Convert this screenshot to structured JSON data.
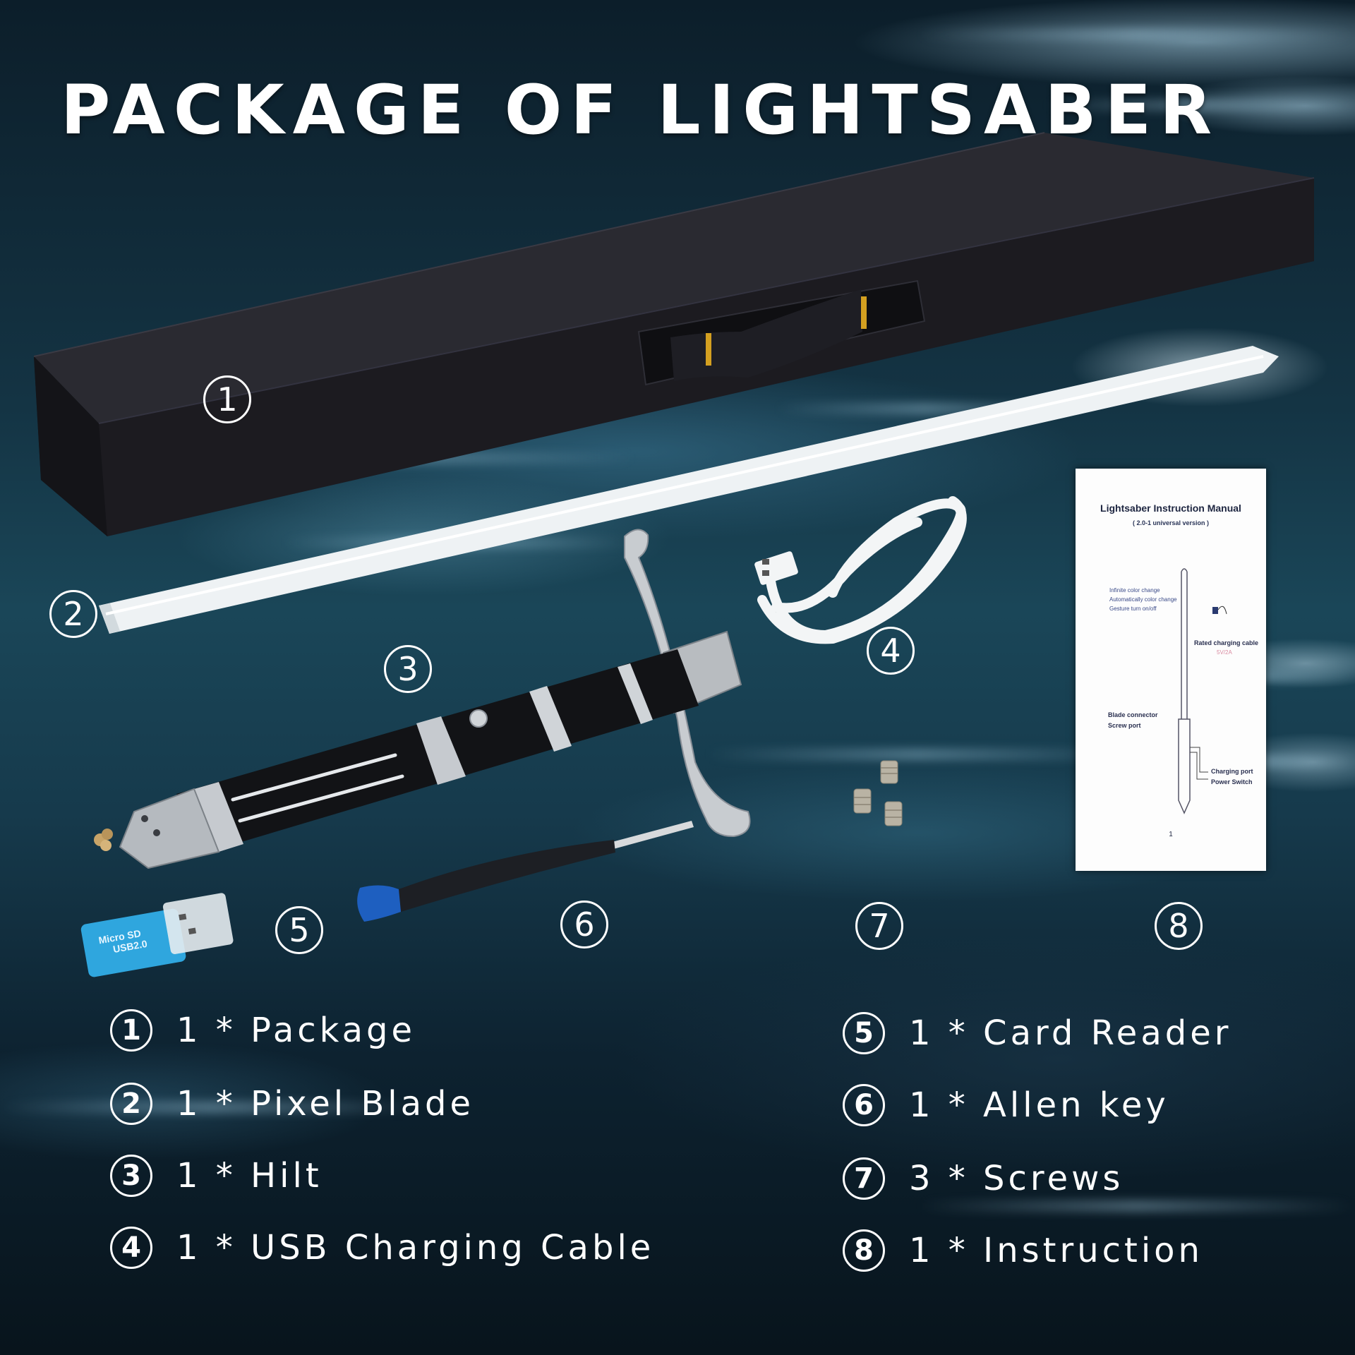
{
  "title": "PACKAGE OF LIGHTSABER",
  "colors": {
    "background_dark": "#0b1a24",
    "background_teal": "#1a4658",
    "text": "#ffffff",
    "box": "#1e1d22",
    "blade": "#eef2f4",
    "card_reader": "#2fa6de",
    "screwdriver_cap": "#1e5fc0",
    "box_accent_gold": "#d4a020"
  },
  "callouts": [
    {
      "num": "1",
      "label": "Package"
    },
    {
      "num": "2",
      "label": "Pixel Blade"
    },
    {
      "num": "3",
      "label": "Hilt"
    },
    {
      "num": "4",
      "label": "USB Charging Cable"
    },
    {
      "num": "5",
      "label": "Card Reader"
    },
    {
      "num": "6",
      "label": "Allen key"
    },
    {
      "num": "7",
      "label": "Screws"
    },
    {
      "num": "8",
      "label": "Instruction"
    }
  ],
  "legend": {
    "left": [
      {
        "num": "1",
        "text": "1 * Package"
      },
      {
        "num": "2",
        "text": "1 * Pixel Blade"
      },
      {
        "num": "3",
        "text": "1 * Hilt"
      },
      {
        "num": "4",
        "text": "1 * USB Charging Cable"
      }
    ],
    "right": [
      {
        "num": "5",
        "text": "1 * Card Reader"
      },
      {
        "num": "6",
        "text": "1 * Allen key"
      },
      {
        "num": "7",
        "text": "3 * Screws"
      },
      {
        "num": "8",
        "text": "1 * Instruction"
      }
    ]
  },
  "card_reader": {
    "line1": "Micro SD",
    "line2": "USB2.0"
  },
  "manual": {
    "title": "Lightsaber Instruction Manual",
    "subtitle": "( 2.0-1 universal version )",
    "features": [
      "Infinite color change",
      "Automatically color change",
      "Gesture turn on/off"
    ],
    "cable_label": "Rated charging cable",
    "cable_rating": "5V/2A",
    "blade_connector": "Blade connector",
    "screw_port": "Screw port",
    "charging_port": "Charging port",
    "power_switch": "Power Switch",
    "page": "1"
  }
}
